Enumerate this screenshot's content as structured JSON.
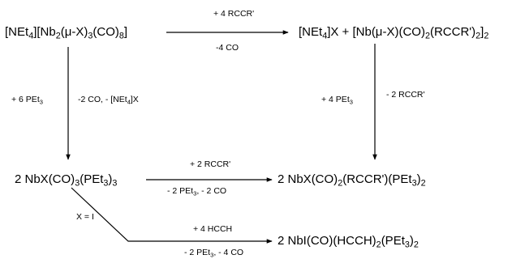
{
  "species": {
    "start": [
      {
        "t": "[NEt"
      },
      {
        "s": "4"
      },
      {
        "t": "][Nb"
      },
      {
        "s": "2"
      },
      {
        "t": "(μ-X)"
      },
      {
        "s": "3"
      },
      {
        "t": "(CO)"
      },
      {
        "s": "8"
      },
      {
        "t": "]"
      }
    ],
    "top_right": [
      {
        "t": "[NEt"
      },
      {
        "s": "4"
      },
      {
        "t": "]X + [Nb(μ-X)(CO)"
      },
      {
        "s": "2"
      },
      {
        "t": "(RCCR')"
      },
      {
        "s": "2"
      },
      {
        "t": "]"
      },
      {
        "s": "2"
      }
    ],
    "mid_left": [
      {
        "t": "2 NbX(CO)"
      },
      {
        "s": "3"
      },
      {
        "t": "(PEt"
      },
      {
        "s": "3"
      },
      {
        "t": ")"
      },
      {
        "s": "3"
      }
    ],
    "mid_right": [
      {
        "t": "2 NbX(CO)"
      },
      {
        "s": "2"
      },
      {
        "t": "(RCCR')(PEt"
      },
      {
        "s": "3"
      },
      {
        "t": ")"
      },
      {
        "s": "2"
      }
    ],
    "bottom": [
      {
        "t": "2 NbI(CO)(HCCH)"
      },
      {
        "s": "2"
      },
      {
        "t": "(PEt"
      },
      {
        "s": "3"
      },
      {
        "t": ")"
      },
      {
        "s": "2"
      }
    ]
  },
  "conditions": {
    "top_above": [
      {
        "t": "+ 4 RCCR'"
      }
    ],
    "top_below": [
      {
        "t": "-4 CO"
      }
    ],
    "left_reagent": [
      {
        "t": "+ 6 PEt"
      },
      {
        "s": "3"
      }
    ],
    "left_loss": [
      {
        "t": "-2 CO, - [NEt"
      },
      {
        "s": "4"
      },
      {
        "t": "]X"
      }
    ],
    "right_reagent": [
      {
        "t": "+ 4 PEt"
      },
      {
        "s": "3"
      }
    ],
    "right_loss": [
      {
        "t": "- 2 RCCR'"
      }
    ],
    "mid_above": [
      {
        "t": "+ 2 RCCR'"
      }
    ],
    "mid_below": [
      {
        "t": "- 2 PEt"
      },
      {
        "s": "3"
      },
      {
        "t": ", - 2 CO"
      }
    ],
    "branch_label": [
      {
        "t": "X = I"
      }
    ],
    "bot_above": [
      {
        "t": "+ 4 HCCH"
      }
    ],
    "bot_below": [
      {
        "t": "- 2 PEt"
      },
      {
        "s": "3"
      },
      {
        "t": ", - 4 CO"
      }
    ]
  },
  "colors": {
    "ink": "#000000",
    "background": "#ffffff"
  }
}
